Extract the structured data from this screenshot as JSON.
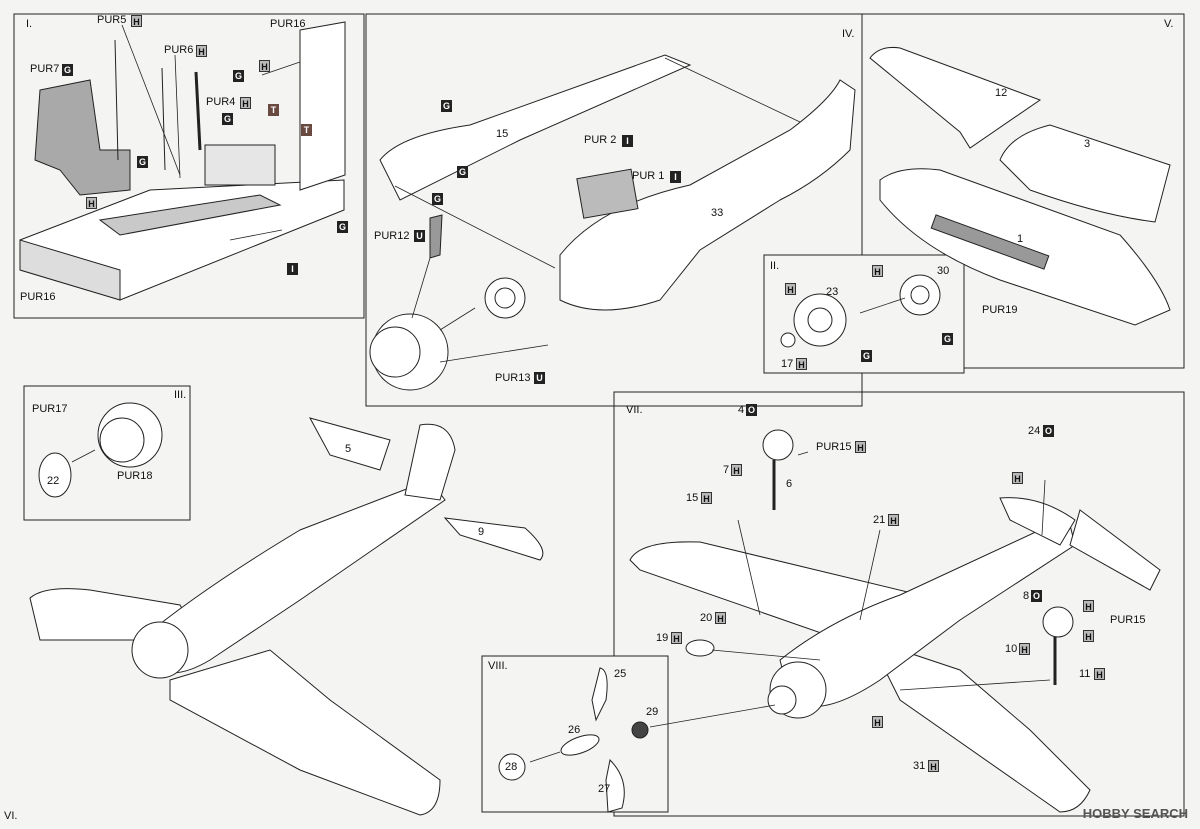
{
  "sections": {
    "s1": "I.",
    "s2": "II.",
    "s3": "III.",
    "s4": "IV.",
    "s5": "V.",
    "s6": "VI.",
    "s7": "VII.",
    "s8": "VIII."
  },
  "labels": {
    "pur5": "PUR5",
    "pur6": "PUR6",
    "pur7": "PUR7",
    "pur4": "PUR4",
    "pur16a": "PUR16",
    "pur16b": "PUR16",
    "p15": "15",
    "pur2": "PUR 2",
    "pur1": "PUR 1",
    "pur12": "PUR12",
    "pur13": "PUR13",
    "p33": "33",
    "p12": "12",
    "p3": "3",
    "p1": "1",
    "pur19": "PUR19",
    "p23": "23",
    "p30": "30",
    "p17": "17",
    "pur17": "PUR17",
    "p22": "22",
    "pur18": "PUR18",
    "p5": "5",
    "p9": "9",
    "p4": "4",
    "pur15a": "PUR15",
    "p7": "7",
    "p6": "6",
    "p15b": "15",
    "p21": "21",
    "p20": "20",
    "p19": "19",
    "p24": "24",
    "p8": "8",
    "pur15b": "PUR15",
    "p10": "10",
    "p11": "11",
    "p31": "31",
    "p25": "25",
    "p26": "26",
    "p29": "29",
    "p28": "28",
    "p27": "27"
  },
  "colors": {
    "H": "#b9b9b9",
    "G": "#222222",
    "I": "#222222",
    "U": "#222222",
    "O": "#222222",
    "T": "#6a4a40"
  },
  "watermark": {
    "brand": "HOBBY SEARCH"
  }
}
